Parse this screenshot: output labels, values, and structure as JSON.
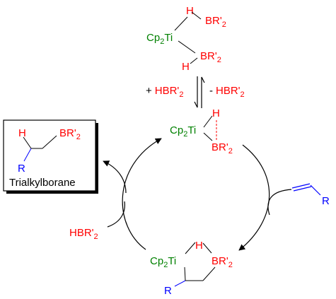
{
  "colors": {
    "ti": "#008000",
    "h": "#ff0000",
    "b": "#ff0000",
    "r": "#0000ff",
    "text": "#000000",
    "bond": "#000000"
  },
  "top_complex": {
    "h1": "H",
    "br1": "BR'",
    "br1_sub": "2",
    "cp": "Cp",
    "cp_sub": "2",
    "ti": "Ti",
    "h2": "H",
    "br2": "BR'",
    "br2_sub": "2"
  },
  "equilibrium": {
    "plus": "+",
    "plus_reagent": "HBR'",
    "plus_sub": "2",
    "minus": "-",
    "minus_reagent": "HBR'",
    "minus_sub": "2"
  },
  "sigma_complex": {
    "cp": "Cp",
    "cp_sub": "2",
    "ti": "Ti",
    "h": "H",
    "br": "BR'",
    "br_sub": "2"
  },
  "alkene": {
    "r": "R"
  },
  "metallacycle": {
    "cp": "Cp",
    "cp_sub": "2",
    "ti": "Ti",
    "h": "H",
    "br": "BR'",
    "br_sub": "2",
    "r": "R"
  },
  "hbr_input": {
    "label": "HBR'",
    "sub": "2"
  },
  "product_box": {
    "h": "H",
    "br": "BR'",
    "br_sub": "2",
    "r": "R",
    "caption": "Trialkylborane"
  }
}
